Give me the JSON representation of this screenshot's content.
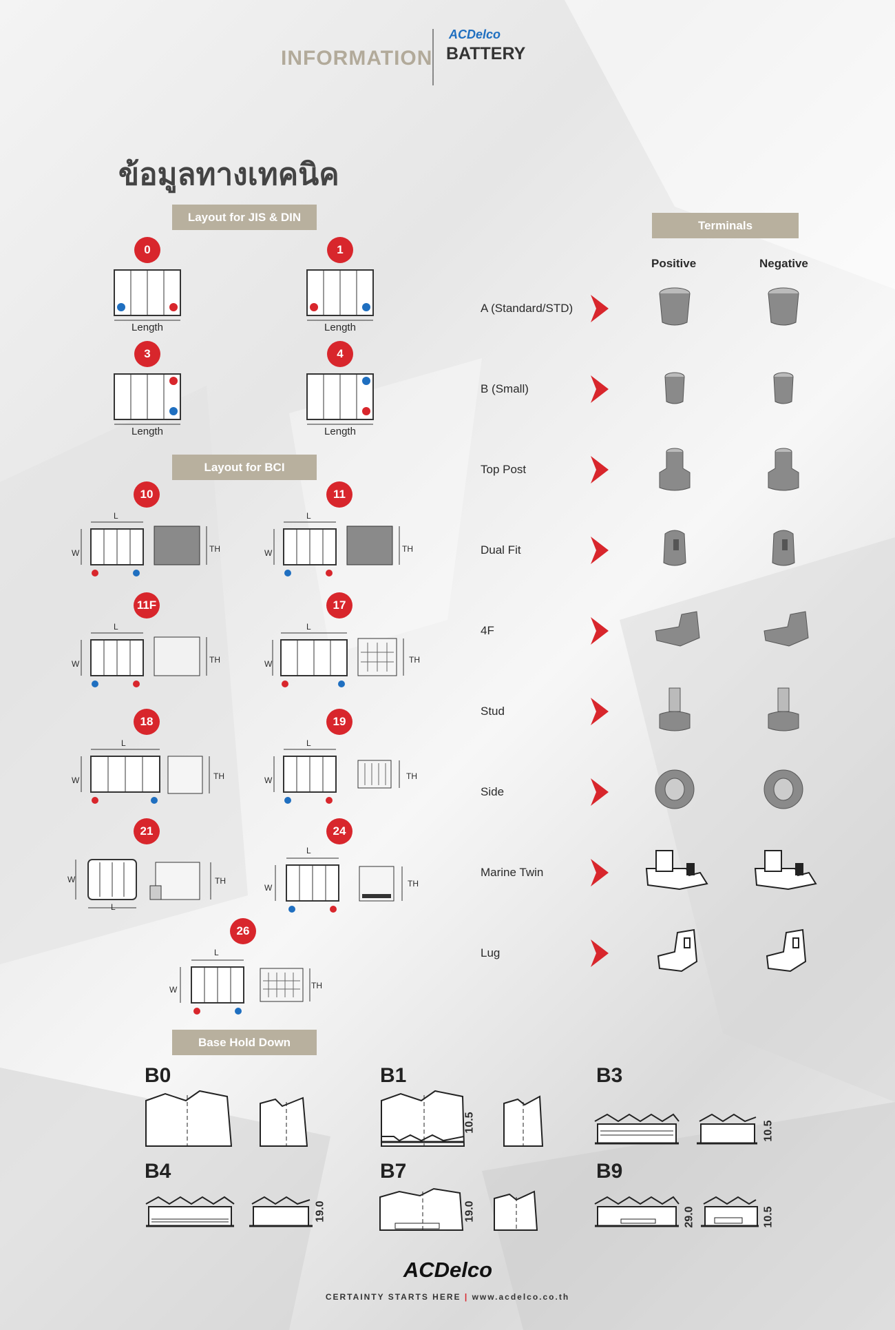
{
  "header": {
    "info": "INFORMATION",
    "brand": "ACDelco",
    "product": "BATTERY"
  },
  "title": "ข้อมูลทางเทคนิค",
  "jis": {
    "heading": "Layout for JIS & DIN",
    "length_label": "Length",
    "items": [
      {
        "num": "0"
      },
      {
        "num": "1"
      },
      {
        "num": "3"
      },
      {
        "num": "4"
      }
    ]
  },
  "bci": {
    "heading": "Layout for BCI",
    "l": "L",
    "w": "W",
    "th": "TH",
    "items": [
      {
        "num": "10"
      },
      {
        "num": "11"
      },
      {
        "num": "11F"
      },
      {
        "num": "17"
      },
      {
        "num": "18"
      },
      {
        "num": "19"
      },
      {
        "num": "21"
      },
      {
        "num": "24"
      },
      {
        "num": "26"
      }
    ]
  },
  "terminals": {
    "heading": "Terminals",
    "positive": "Positive",
    "negative": "Negative",
    "rows": [
      {
        "label": "A (Standard/STD)",
        "icon": "cone-post-icon"
      },
      {
        "label": "B (Small)",
        "icon": "small-post-icon"
      },
      {
        "label": "Top Post",
        "icon": "top-post-icon"
      },
      {
        "label": "Dual Fit",
        "icon": "dual-fit-icon"
      },
      {
        "label": "4F",
        "icon": "4f-icon"
      },
      {
        "label": "Stud",
        "icon": "stud-icon"
      },
      {
        "label": "Side",
        "icon": "side-icon"
      },
      {
        "label": "Marine Twin",
        "icon": "marine-twin-icon"
      },
      {
        "label": "Lug",
        "icon": "lug-icon"
      }
    ]
  },
  "hold_down": {
    "heading": "Base Hold Down",
    "items": [
      {
        "code": "B0",
        "dims": []
      },
      {
        "code": "B1",
        "dims": [
          "10.5"
        ]
      },
      {
        "code": "B3",
        "dims": [
          "10.5"
        ]
      },
      {
        "code": "B4",
        "dims": [
          "19.0"
        ]
      },
      {
        "code": "B7",
        "dims": [
          "19.0"
        ]
      },
      {
        "code": "B9",
        "dims": [
          "29.0",
          "10.5"
        ]
      }
    ]
  },
  "footer": {
    "brand": "ACDelco",
    "tagline": "CERTAINTY STARTS HERE",
    "url": "www.acdelco.co.th"
  },
  "colors": {
    "banner": "#b8b09e",
    "red": "#d8262c",
    "blue": "#1f6fc0"
  }
}
